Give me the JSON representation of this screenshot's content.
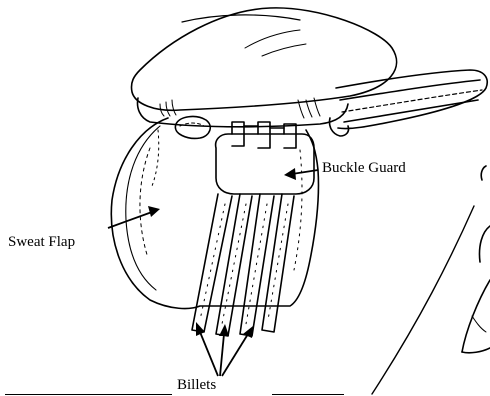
{
  "labels": {
    "sweat_flap": "Sweat Flap",
    "buckle_guard": "Buckle Guard",
    "billets": "Billets"
  },
  "colors": {
    "ink": "#000000",
    "background": "#ffffff"
  }
}
